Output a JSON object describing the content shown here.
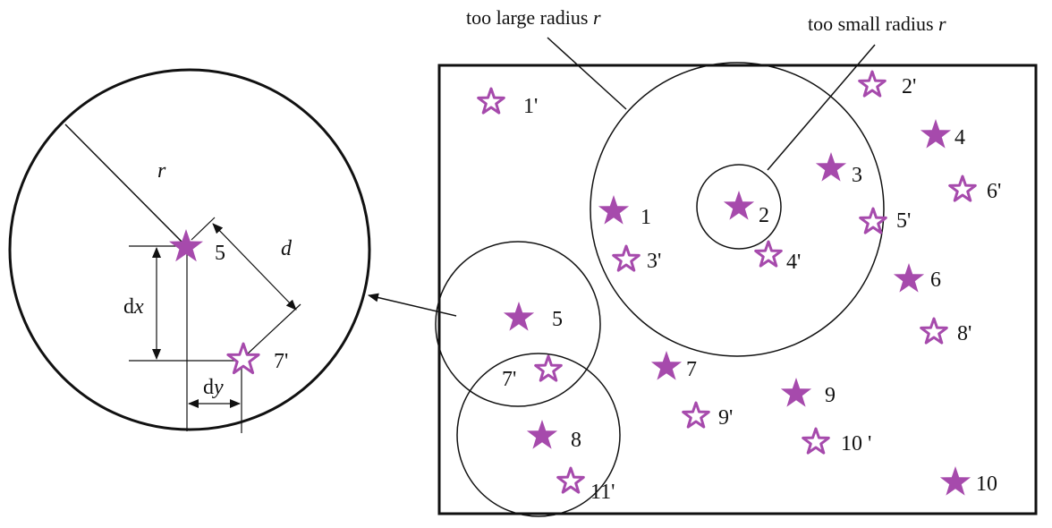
{
  "colors": {
    "star": "#a64aac",
    "line": "#111111",
    "background": "#ffffff"
  },
  "annotations": {
    "too_large": {
      "text": "too large radius ",
      "var": "r"
    },
    "too_small": {
      "text": "too small radius ",
      "var": "r"
    }
  },
  "zoom": {
    "radius_label": "r",
    "distance_label": "d",
    "dx_label": {
      "prefix": "d",
      "var": "x"
    },
    "dy_label": {
      "prefix": "d",
      "var": "y"
    },
    "filled_star_label": "5",
    "hollow_star_label": "7'"
  },
  "filled_stars": [
    {
      "label": "1"
    },
    {
      "label": "2"
    },
    {
      "label": "3"
    },
    {
      "label": "4"
    },
    {
      "label": "5"
    },
    {
      "label": "6"
    },
    {
      "label": "7"
    },
    {
      "label": "8"
    },
    {
      "label": "9"
    },
    {
      "label": "10"
    }
  ],
  "hollow_stars": [
    {
      "label": "1'"
    },
    {
      "label": "2'"
    },
    {
      "label": "3'"
    },
    {
      "label": "4'"
    },
    {
      "label": "5'"
    },
    {
      "label": "6'"
    },
    {
      "label": "7'"
    },
    {
      "label": "8'"
    },
    {
      "label": "9'"
    },
    {
      "label": "10 '"
    },
    {
      "label": "11'"
    }
  ]
}
